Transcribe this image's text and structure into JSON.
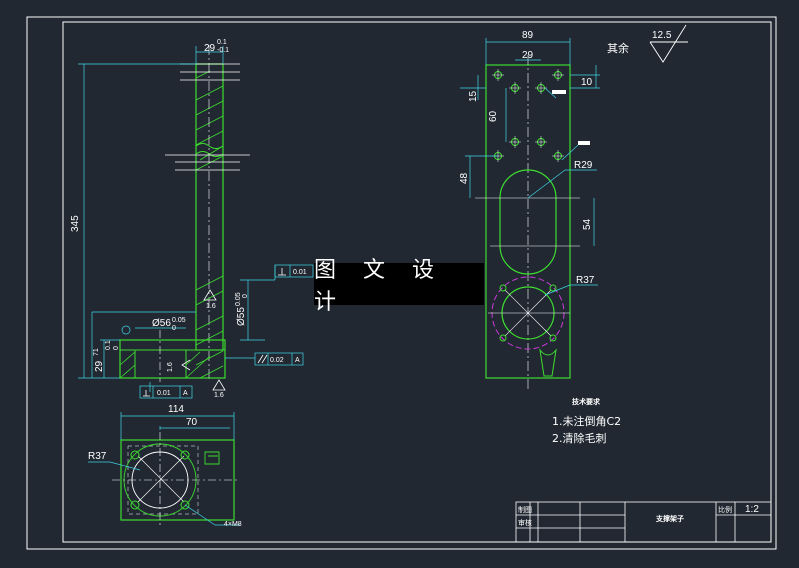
{
  "colors": {
    "background": "#212832",
    "frame": "#ffffff",
    "part_outline": "#3ddc2f",
    "dimension": "#3fd6e6",
    "center_line": "#ffffff",
    "hole_circle": "#c93bd6",
    "text": "#ffffff"
  },
  "watermark": "图 文 设 计",
  "front_view": {
    "width_dim": "29",
    "width_tol_upper": "0.1",
    "width_tol_lower": "-0.1",
    "height_dim": "345",
    "base_height": "29",
    "base_tol_upper": "0.1",
    "base_tol_lower": "0",
    "base_offset": "71",
    "bore_dim": "Ø56",
    "bore_tol": "0.05",
    "bore_tol_lower": "0",
    "shaft_dim": "Ø55",
    "shaft_tol_upper": "0.05",
    "shaft_tol_lower": "0",
    "perp_tol": "0.01",
    "parallel_tol": "0.02",
    "parallel_datum": "A",
    "flat_tol": "0.01",
    "flat_datum": "A",
    "roughness_1": "1.6",
    "roughness_2": "1.6",
    "roughness_3": "1.6"
  },
  "side_view": {
    "total_width": "89",
    "inner_width": "29",
    "edge_offset": "10",
    "hole_offset": "15",
    "hole_spacing": "60",
    "slot_height": "48",
    "slot_length": "54",
    "slot_radius": "R29",
    "bore_radius": "R37"
  },
  "roughness_note": {
    "label": "其余",
    "value": "12.5"
  },
  "bottom_view": {
    "total_width": "114",
    "inner_width": "70",
    "radius": "R37",
    "hole_note": "4×M8"
  },
  "tech_requirements": {
    "title": "技术要求",
    "items": [
      "1.未注倒角C2",
      "2.清除毛刺"
    ]
  },
  "title_block": {
    "part_name": "支撑架子",
    "scale_label": "比例",
    "scale_value": "1:2",
    "row1_label": "制图",
    "row2_label": "审核"
  }
}
